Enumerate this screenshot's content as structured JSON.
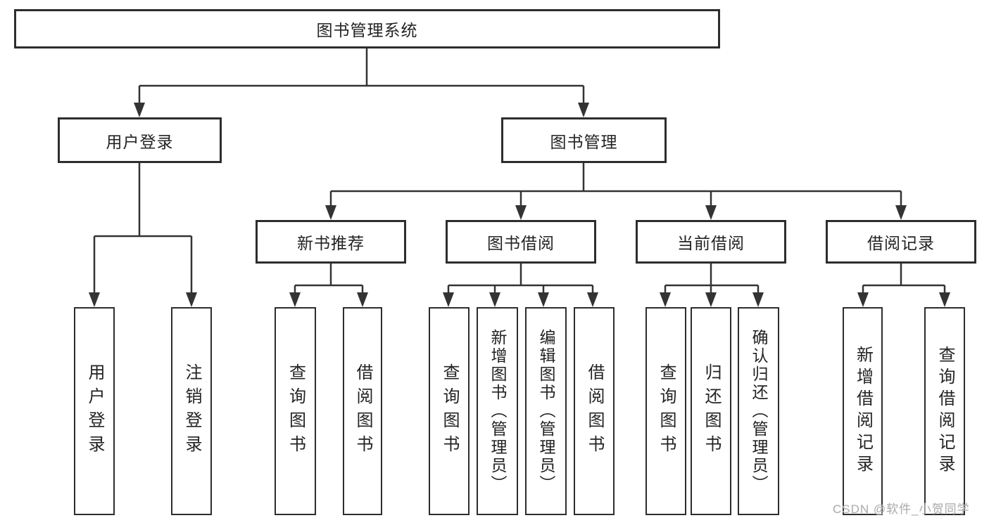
{
  "watermark": "CSDN @软件_小贺同学",
  "nodes": {
    "root": "图书管理系统",
    "user_login": "用户登录",
    "book_mgmt": "图书管理",
    "new_books": "新书推荐",
    "book_borrow": "图书借阅",
    "current_borrow": "当前借阅",
    "borrow_records": "借阅记录",
    "leaf_user_login": "用户登录",
    "leaf_logout": "注销登录",
    "leaf_nb_query": "查询图书",
    "leaf_nb_borrow": "借阅图书",
    "leaf_bb_query": "查询图书",
    "leaf_bb_add": "新增图书（管理员）",
    "leaf_bb_edit": "编辑图书（管理员）",
    "leaf_bb_borrow": "借阅图书",
    "leaf_cb_query": "查询图书",
    "leaf_cb_return": "归还图书",
    "leaf_cb_confirm": "确认归还（管理员）",
    "leaf_br_add": "新增借阅记录",
    "leaf_br_query": "查询借阅记录"
  }
}
